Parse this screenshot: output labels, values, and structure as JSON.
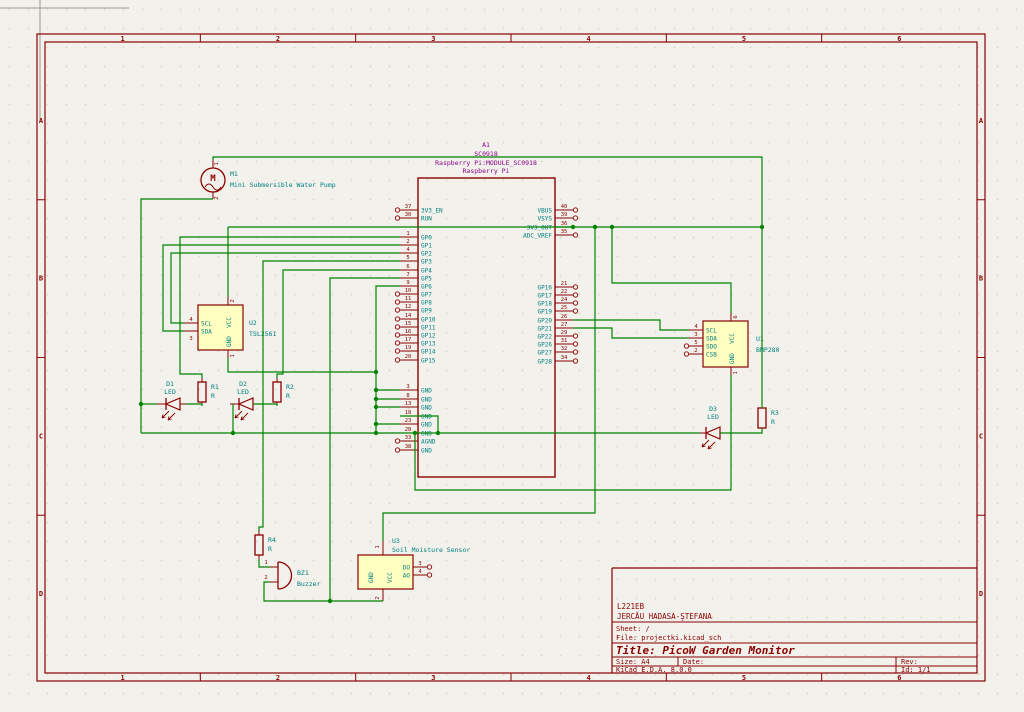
{
  "app": {
    "name": "KiCad Schematic Sheet"
  },
  "frame": {
    "columns": [
      "1",
      "2",
      "3",
      "4",
      "5",
      "6"
    ],
    "rows": [
      "A",
      "B",
      "C",
      "D"
    ]
  },
  "title_block": {
    "comment1": "L221EB",
    "comment2": "JERCĂU HADASA-ŞTEFANA",
    "sheet_label": "Sheet: /",
    "file_label": "File: projectki.kicad_sch",
    "title_label": "Title: PicoW Garden Monitor",
    "size_label": "Size: A4",
    "date_label": "Date:",
    "rev_label": "Rev:",
    "generator": "KiCad E.D.A. 8.0.0",
    "id_label": "Id: 1/1"
  },
  "colors": {
    "wire": "#008400",
    "symbol": "#8B0000",
    "pin_name": "#008080",
    "field": "#008080",
    "module_field": "#8B008B",
    "symbol_fill": "#FFFFC2",
    "frame": "#8B0000",
    "background": "#F2F1EB",
    "corner_marker": "#999794"
  },
  "pico": {
    "ref": "A1",
    "value": "SC0918",
    "footprint": "Raspberry Pi:MODULE_SC0918",
    "description": "Raspberry Pi",
    "pins_left_top": [
      {
        "num": "37",
        "name": "3V3_EN",
        "connected": false
      },
      {
        "num": "30",
        "name": "RUN",
        "connected": false
      }
    ],
    "pins_left_gpio": [
      {
        "num": "1",
        "name": "GP0",
        "connected": true
      },
      {
        "num": "2",
        "name": "GP1",
        "connected": true
      },
      {
        "num": "4",
        "name": "GP2",
        "connected": true
      },
      {
        "num": "5",
        "name": "GP3",
        "connected": true
      },
      {
        "num": "6",
        "name": "GP4",
        "connected": true
      },
      {
        "num": "7",
        "name": "GP5",
        "connected": true
      },
      {
        "num": "9",
        "name": "GP6",
        "connected": true
      },
      {
        "num": "10",
        "name": "GP7",
        "connected": false
      },
      {
        "num": "11",
        "name": "GP8",
        "connected": false
      },
      {
        "num": "12",
        "name": "GP9",
        "connected": false
      },
      {
        "num": "14",
        "name": "GP10",
        "connected": false
      },
      {
        "num": "15",
        "name": "GP11",
        "connected": false
      },
      {
        "num": "16",
        "name": "GP12",
        "connected": false
      },
      {
        "num": "17",
        "name": "GP13",
        "connected": false
      },
      {
        "num": "19",
        "name": "GP14",
        "connected": false
      },
      {
        "num": "20",
        "name": "GP15",
        "connected": false
      }
    ],
    "pins_right_top": [
      {
        "num": "40",
        "name": "VBUS",
        "connected": false
      },
      {
        "num": "39",
        "name": "VSYS",
        "connected": false
      },
      {
        "num": "36",
        "name": "3V3_OUT",
        "connected": true
      },
      {
        "num": "35",
        "name": "ADC_VREF",
        "connected": false
      }
    ],
    "pins_right_gpio": [
      {
        "num": "21",
        "name": "GP16",
        "connected": false
      },
      {
        "num": "22",
        "name": "GP17",
        "connected": false
      },
      {
        "num": "24",
        "name": "GP18",
        "connected": false
      },
      {
        "num": "25",
        "name": "GP19",
        "connected": false
      },
      {
        "num": "26",
        "name": "GP20",
        "connected": true
      },
      {
        "num": "27",
        "name": "GP21",
        "connected": true
      },
      {
        "num": "29",
        "name": "GP22",
        "connected": false
      },
      {
        "num": "31",
        "name": "GP26",
        "connected": false
      },
      {
        "num": "32",
        "name": "GP27",
        "connected": false
      },
      {
        "num": "34",
        "name": "GP28",
        "connected": false
      }
    ],
    "pins_bottom": [
      {
        "num": "3",
        "name": "GND",
        "connected": true
      },
      {
        "num": "8",
        "name": "GND",
        "connected": true
      },
      {
        "num": "13",
        "name": "GND",
        "connected": true
      },
      {
        "num": "18",
        "name": "GND",
        "connected": true
      },
      {
        "num": "23",
        "name": "GND",
        "connected": true
      },
      {
        "num": "28",
        "name": "GND",
        "connected": true
      },
      {
        "num": "33",
        "name": "AGND",
        "connected": false
      },
      {
        "num": "38",
        "name": "GND",
        "connected": false
      }
    ]
  },
  "components": {
    "M1": {
      "ref": "M1",
      "value": "Mini Submersible Water Pump",
      "pins": [
        "1",
        "2"
      ]
    },
    "U2": {
      "ref": "U2",
      "value": "TSL2561",
      "pins": {
        "scl": {
          "num": "4",
          "name": "SCL"
        },
        "sda": {
          "num": "3",
          "name": "SDA"
        },
        "vcc": {
          "num": "2",
          "name": "VCC"
        },
        "gnd": {
          "num": "1",
          "name": "GND"
        }
      }
    },
    "U1": {
      "ref": "U1",
      "value": "BMP280",
      "pins": {
        "scl": {
          "num": "4",
          "name": "SCL"
        },
        "sda": {
          "num": "3",
          "name": "SDA"
        },
        "sdo": {
          "num": "5",
          "name": "SDO"
        },
        "csb": {
          "num": "2",
          "name": "CSB"
        },
        "vcc": {
          "num": "6",
          "name": "VCC"
        },
        "gnd": {
          "num": "1",
          "name": "GND"
        }
      }
    },
    "U3": {
      "ref": "U3",
      "value": "Soil Moisture Sensor",
      "pins": {
        "vcc": {
          "num": "1",
          "name": "VCC"
        },
        "gnd": {
          "num": "2",
          "name": "GND"
        },
        "do": {
          "num": "3",
          "name": "DO"
        },
        "ao": {
          "num": "4",
          "name": "AO"
        }
      }
    },
    "D1": {
      "ref": "D1",
      "value": "LED"
    },
    "D2": {
      "ref": "D2",
      "value": "LED"
    },
    "D3": {
      "ref": "D3",
      "value": "LED"
    },
    "R1": {
      "ref": "R1",
      "value": "R"
    },
    "R2": {
      "ref": "R2",
      "value": "R"
    },
    "R3": {
      "ref": "R3",
      "value": "R"
    },
    "R4": {
      "ref": "R4",
      "value": "R"
    },
    "BZ1": {
      "ref": "BZ1",
      "value": "Buzzer",
      "pins": [
        "1",
        "2"
      ]
    }
  }
}
